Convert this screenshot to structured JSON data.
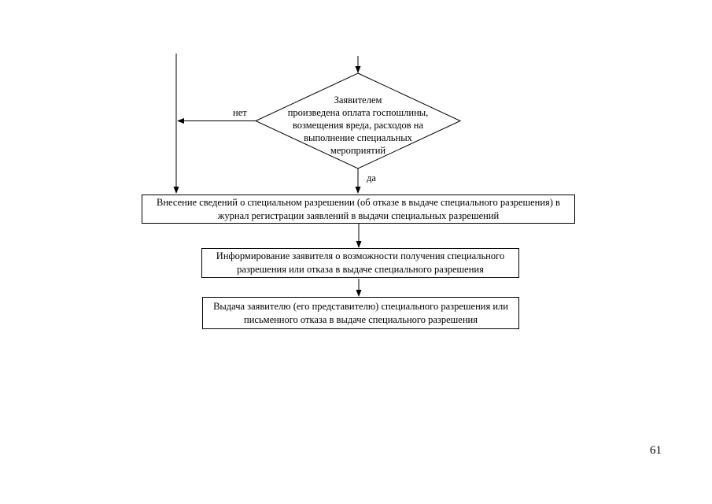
{
  "page": {
    "number": "61"
  },
  "colors": {
    "ink": "#000000",
    "background": "#ffffff"
  },
  "flowchart": {
    "decision": {
      "lines": [
        "Заявителем",
        "произведена оплата госпошлины,",
        "возмещения вреда, расходов на",
        "выполнение специальных",
        "мероприятий"
      ]
    },
    "labels": {
      "no": "нет",
      "yes": "да"
    },
    "boxes": [
      {
        "lines": [
          "Внесение сведений о специальном разрешении (об отказе в выдаче специального разрешения) в",
          "журнал регистрации заявлений в выдачи специальных разрешений"
        ]
      },
      {
        "lines": [
          "Информирование заявителя о возможности получения специального",
          "разрешения или отказа в выдаче специального разрешения"
        ]
      },
      {
        "lines": [
          "Выдача заявителю (его представителю) специального разрешения или",
          "письменного отказа в выдаче специального разрешения"
        ]
      }
    ]
  }
}
